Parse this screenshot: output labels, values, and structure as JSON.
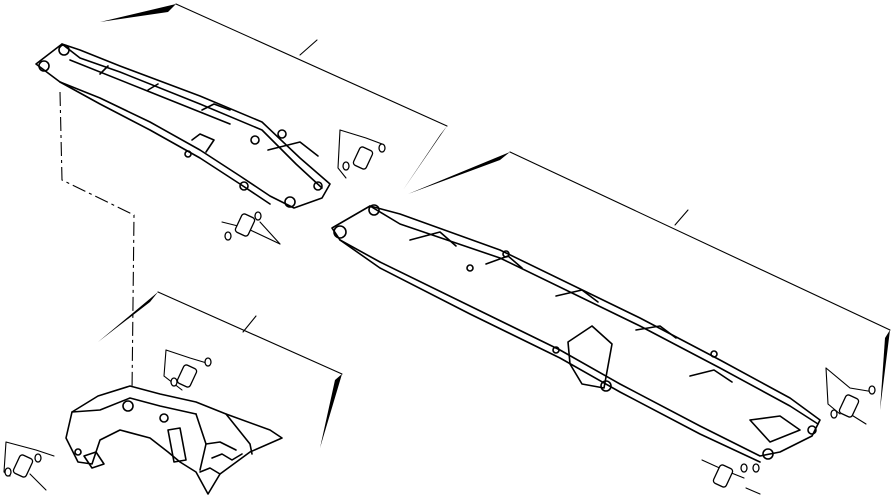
{
  "diagram": {
    "kind": "exploded parts drawing",
    "parts": [
      {
        "name": "arm-upper-left",
        "has_text": false
      },
      {
        "name": "arm-right-long",
        "has_text": false
      },
      {
        "name": "bucket-lower-left",
        "has_text": false
      }
    ],
    "pins": [
      {
        "name": "pin-set-upper-arm-rear"
      },
      {
        "name": "pin-set-upper-arm-front"
      },
      {
        "name": "pin-set-bucket-top"
      },
      {
        "name": "pin-set-bucket-left"
      },
      {
        "name": "pin-set-long-arm-tip-upper"
      },
      {
        "name": "pin-set-long-arm-tip-lower"
      }
    ],
    "colors": {
      "ink": "#000000",
      "paper": "#ffffff"
    }
  }
}
